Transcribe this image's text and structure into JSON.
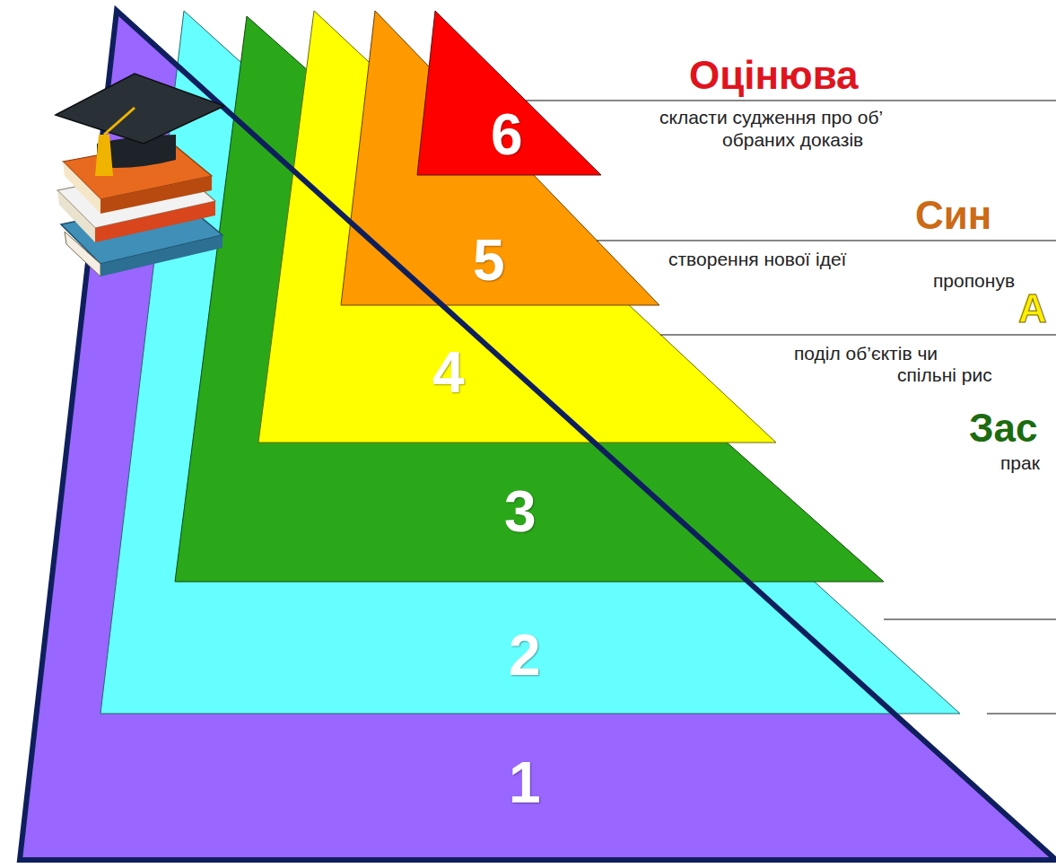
{
  "diagram": {
    "nodes": [
      {
        "text": [
          "6"
        ]
      },
      {
        "text": [
          "5"
        ]
      },
      {
        "text": [
          "4"
        ]
      },
      {
        "text": [
          "3"
        ]
      },
      {
        "text": [
          "2"
        ]
      },
      {
        "text": [
          "1"
        ]
      }
    ],
    "labels": [
      "Оцінюва",
      "скласти судження про об’",
      "обраних доказів",
      "Син",
      "створення нової ідеї",
      "пропонув",
      "А",
      "поділ об’єктів чи",
      "спільні рис",
      "Зас",
      "прак"
    ]
  }
}
